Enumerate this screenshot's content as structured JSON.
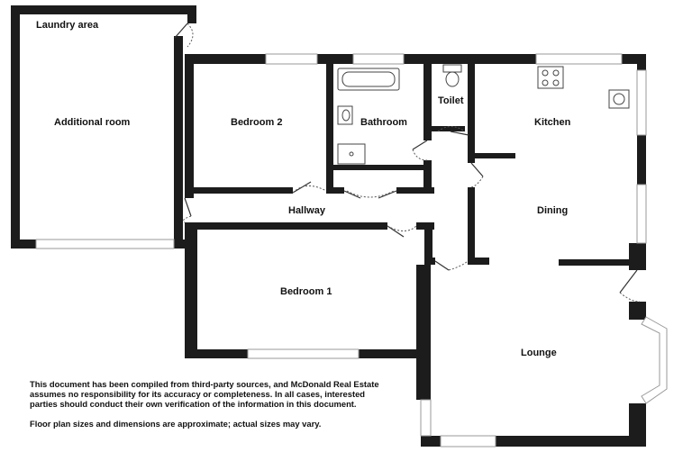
{
  "rooms": {
    "laundry": "Laundry area",
    "additional": "Additional room",
    "bedroom2": "Bedroom 2",
    "bathroom": "Bathroom",
    "toilet": "Toilet",
    "kitchen": "Kitchen",
    "dining": "Dining",
    "hallway": "Hallway",
    "bedroom1": "Bedroom 1",
    "lounge": "Lounge"
  },
  "disclaimer": {
    "line1": "This document has been compiled from third-party sources, and McDonald Real Estate assumes no responsibility for its accuracy or completeness. In all cases, interested parties should conduct their own verification of the information in this document.",
    "line2": "Floor plan sizes and dimensions are approximate; actual sizes may vary."
  }
}
